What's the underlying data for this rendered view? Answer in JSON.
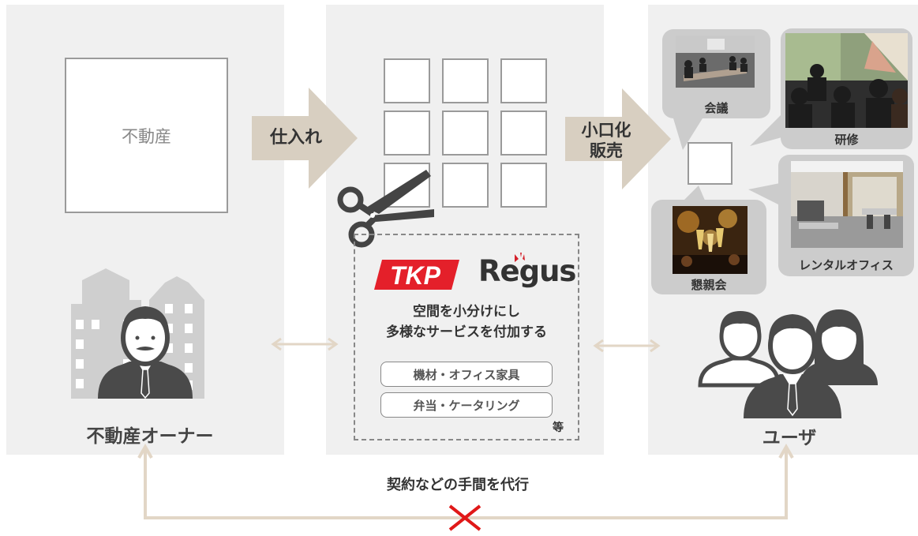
{
  "owner": {
    "property_label": "不動産",
    "role_label": "不動産オーナー"
  },
  "arrows": {
    "purchase_label": "仕入れ",
    "resale_label_line1": "小口化",
    "resale_label_line2": "販売"
  },
  "operator": {
    "logos": {
      "tkp": "TKP",
      "regus": "Regus"
    },
    "description_line1": "空間を小分けにし",
    "description_line2": "多様なサービスを付加する",
    "services": [
      "機材・オフィス家具",
      "弁当・ケータリング"
    ],
    "etc_label": "等"
  },
  "user": {
    "uses": {
      "meeting": "会議",
      "training": "研修",
      "party": "懇親会",
      "rental_office": "レンタルオフィス"
    },
    "role_label": "ユーザ"
  },
  "bottom": {
    "caption": "契約などの手間を代行"
  },
  "colors": {
    "panel_bg": "#f0f0f0",
    "arrow_fill": "#d8cfc1",
    "connector": "#e2d6c6",
    "cross": "#e01818",
    "tkp_red": "#e4202a",
    "regus_red": "#d4202a",
    "bubble_bg": "#cccccc",
    "figure_dark": "#4a4a4a"
  }
}
